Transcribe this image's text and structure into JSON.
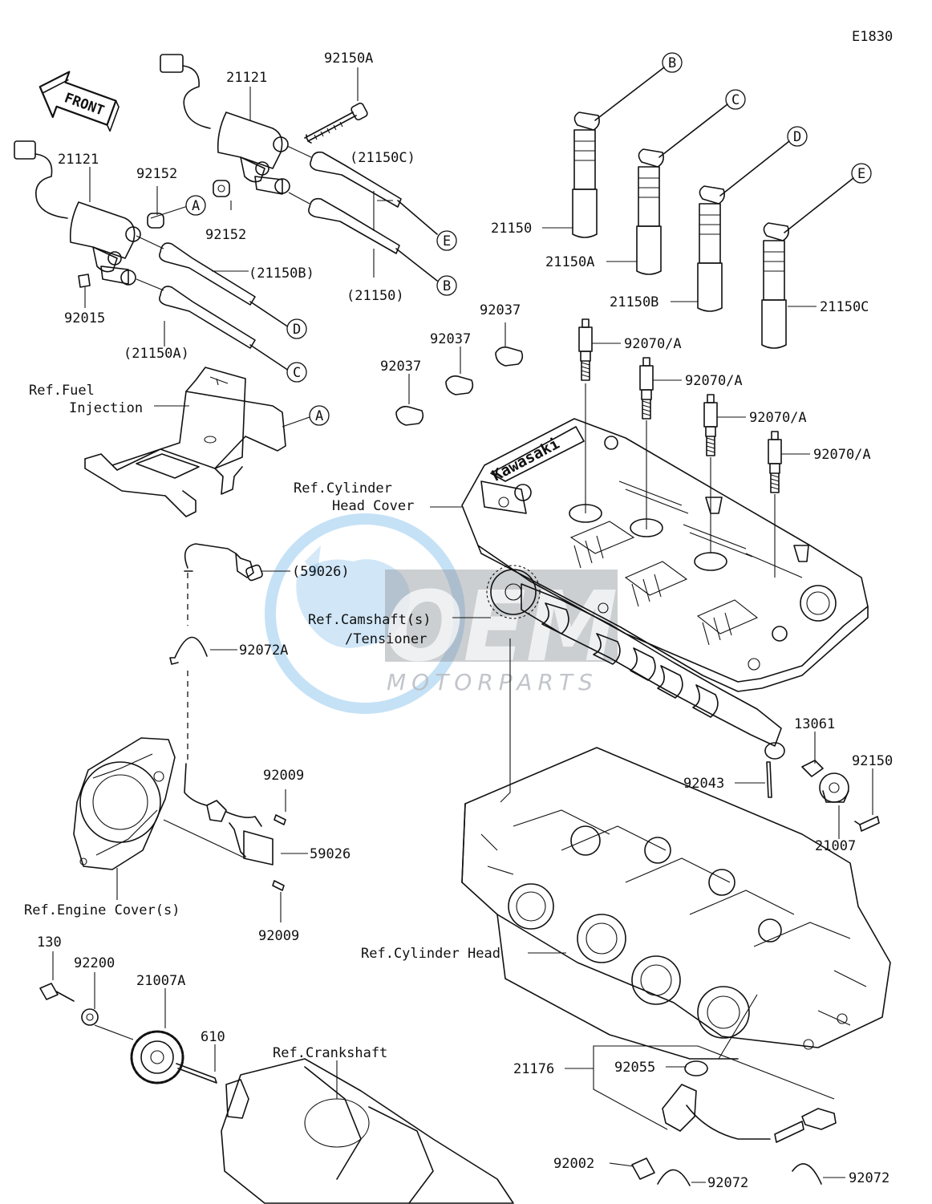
{
  "diagram_code": "E1830",
  "front_arrow_label": "FRONT",
  "watermark": {
    "logo_text": "OEM",
    "subtext": "MOTORPARTS"
  },
  "cover_brand_text": "Kawasaki",
  "callout_letters": {
    "A": "A",
    "B": "B",
    "C": "C",
    "D": "D",
    "E": "E"
  },
  "labels": {
    "p21121_top": "21121",
    "p21121_left": "21121",
    "p92150A": "92150A",
    "p92152_a": "92152",
    "p92152_b": "92152",
    "p21150C_ref": "(21150C)",
    "p21150B_ref": "(21150B)",
    "p21150_ref": "(21150)",
    "p21150A_ref": "(21150A)",
    "p92015": "92015",
    "p21150": "21150",
    "p21150A": "21150A",
    "p21150B": "21150B",
    "p21150C": "21150C",
    "p92037_a": "92037",
    "p92037_b": "92037",
    "p92037_c": "92037",
    "p92070_1": "92070/A",
    "p92070_2": "92070/A",
    "p92070_3": "92070/A",
    "p92070_4": "92070/A",
    "ref_fuel_1": "Ref.Fuel",
    "ref_fuel_2": "Injection",
    "ref_cyl_cover_1": "Ref.Cylinder",
    "ref_cyl_cover_2": "Head Cover",
    "p59026_ref": "(59026)",
    "ref_cam_1": "Ref.Camshaft(s)",
    "ref_cam_2": "/Tensioner",
    "p92072A": "92072A",
    "p13061": "13061",
    "p92150": "92150",
    "p92043": "92043",
    "p21007": "21007",
    "p92009_a": "92009",
    "p59026": "59026",
    "p92009_b": "92009",
    "ref_engine_cover": "Ref.Engine Cover(s)",
    "ref_cyl_head": "Ref.Cylinder Head",
    "p130": "130",
    "p92200": "92200",
    "p21007A": "21007A",
    "p610": "610",
    "ref_crank": "Ref.Crankshaft",
    "p21176": "21176",
    "p92055": "92055",
    "p92002": "92002",
    "p92072_a": "92072",
    "p92072_b": "92072"
  },
  "colors": {
    "line": "#111111",
    "watermark_blue": "#5aa9e6",
    "watermark_grey": "#9aa0a8"
  }
}
